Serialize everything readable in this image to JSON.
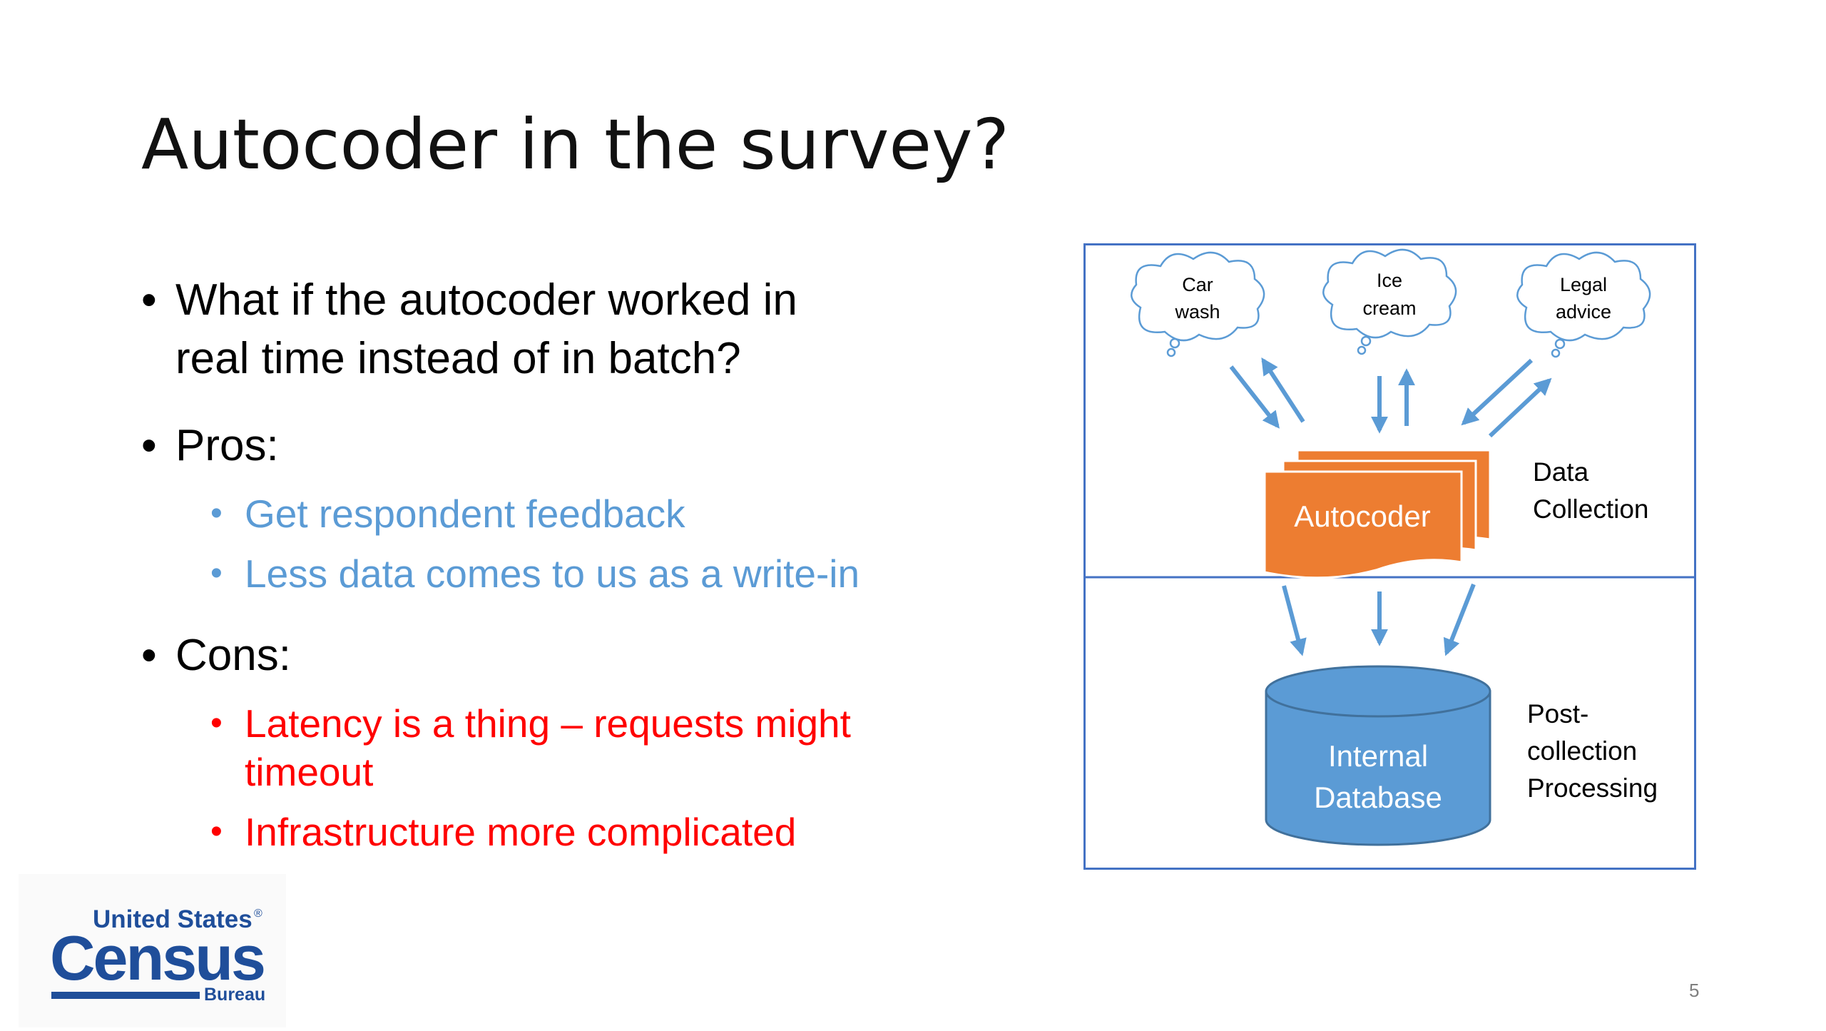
{
  "slide": {
    "title": "Autocoder in the survey?",
    "page_number": "5"
  },
  "bullets": {
    "question": "What if the autocoder worked in real time instead of in batch?",
    "question_line1": "What if the autocoder worked in",
    "question_line2": "real time instead of in batch?",
    "pros_heading": "Pros:",
    "pros": [
      "Get respondent feedback",
      "Less data comes to us as a write-in"
    ],
    "cons_heading": "Cons:",
    "cons_1_line1": "Latency is a thing – requests might",
    "cons_1_line2": "timeout",
    "cons_2": "Infrastructure more complicated"
  },
  "diagram": {
    "clouds": [
      {
        "line1": "Car",
        "line2": "wash"
      },
      {
        "line1": "Ice",
        "line2": "cream"
      },
      {
        "line1": "Legal",
        "line2": "advice"
      }
    ],
    "autocoder_label": "Autocoder",
    "data_collection_line1": "Data",
    "data_collection_line2": "Collection",
    "database_line1": "Internal",
    "database_line2": "Database",
    "post_line1": "Post-",
    "post_line2": "collection",
    "post_line3": "Processing"
  },
  "logo": {
    "line1": "United States",
    "registered": "®",
    "line2": "Census",
    "line3": "Bureau"
  },
  "colors": {
    "pros_text": "#5b9bd5",
    "cons_text": "#ff0000",
    "autocoder_fill": "#ed7d31",
    "database_fill": "#5b9bd5",
    "arrow": "#5b9bd5",
    "logo_blue": "#1f4e9a",
    "frame": "#4472c4"
  }
}
